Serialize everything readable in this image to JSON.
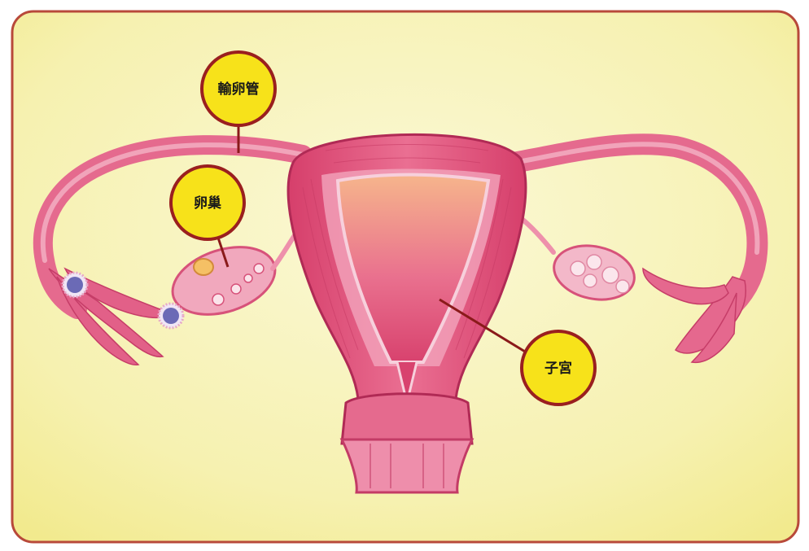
{
  "diagram": {
    "labels": {
      "fallopian_tube": "輸卵管",
      "ovary": "卵巢",
      "uterus": "子宮"
    }
  },
  "colors": {
    "board_fill": "#f4f0a8",
    "board_border": "#b8493a",
    "tissue_main": "#e0547a",
    "tissue_light": "#f2a3bb",
    "tissue_dark": "#b02a55",
    "callout_fill": "#f7e21a",
    "callout_ring": "#9a1f1f",
    "leader_line": "#8a1a1a"
  }
}
